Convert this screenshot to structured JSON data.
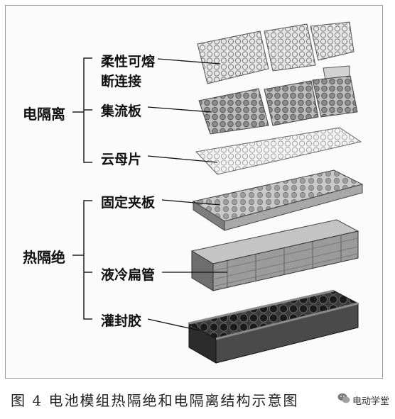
{
  "groups": {
    "electrical": "电隔离",
    "thermal": "热隔绝"
  },
  "layers": [
    {
      "line1": "柔性可熔",
      "line2": "断连接"
    },
    {
      "line1": "集流板"
    },
    {
      "line1": "云母片"
    },
    {
      "line1": "固定夹板"
    },
    {
      "line1": "液冷扁管"
    },
    {
      "line1": "灌封胶"
    }
  ],
  "caption": "图 4  电池模组热隔绝和电隔离结构示意图",
  "watermark": {
    "text": "电动学堂",
    "icon": "wechat-logo-icon"
  }
}
